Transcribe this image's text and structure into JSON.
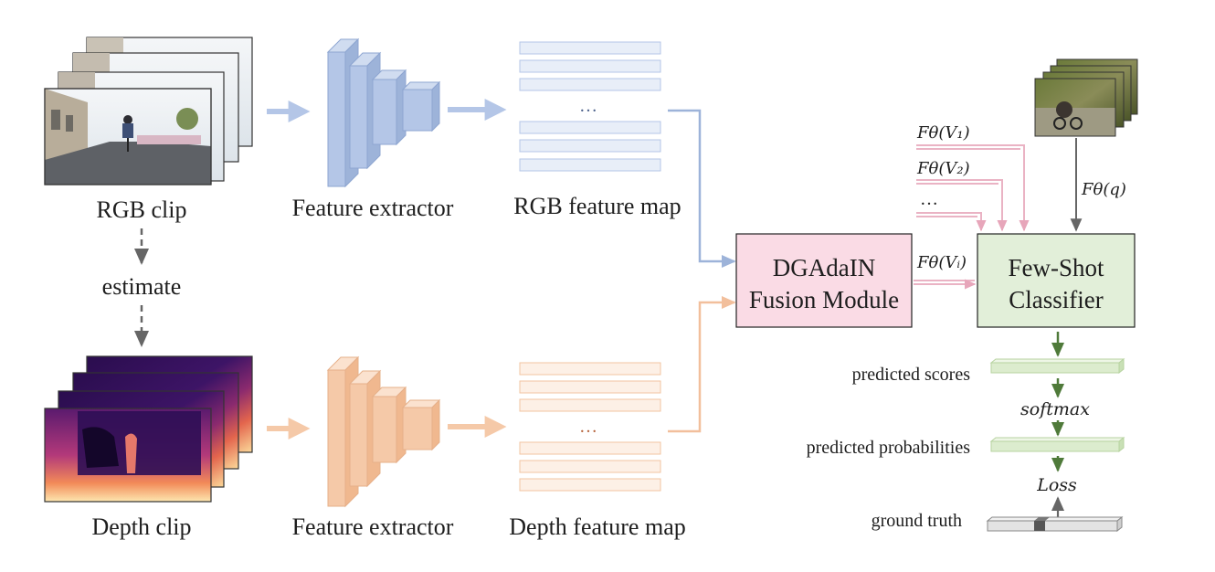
{
  "rgb": {
    "clip_label": "RGB clip",
    "extractor_label": "Feature extractor",
    "feature_map_label": "RGB feature map",
    "ellipsis": "…"
  },
  "estimate_label": "estimate",
  "depth": {
    "clip_label": "Depth clip",
    "extractor_label": "Feature extractor",
    "feature_map_label": "Depth feature map",
    "ellipsis": "…"
  },
  "fusion": {
    "line1": "DGAdaIN",
    "line2": "Fusion Module"
  },
  "classifier": {
    "line1": "Few-Shot",
    "line2": "Classifier"
  },
  "support_features": {
    "v1": "Fθ(V₁)",
    "v2": "Fθ(V₂)",
    "dots": "…",
    "vi": "Fθ(Vᵢ)"
  },
  "query_feature": "Fθ(q)",
  "outputs": {
    "scores_label": "predicted scores",
    "softmax_label": "softmax",
    "probs_label": "predicted probabilities",
    "loss_label": "Loss",
    "gt_label": "ground truth"
  },
  "colors": {
    "rgb_blue": "#b4c6e7",
    "depth_orange": "#f5c9a8",
    "fusion_pink": "#fadbe5",
    "classifier_green": "#e2efd9",
    "output_green": "#4f7a3a",
    "support_pink": "#eab3c4",
    "dash_gray": "#666666"
  }
}
